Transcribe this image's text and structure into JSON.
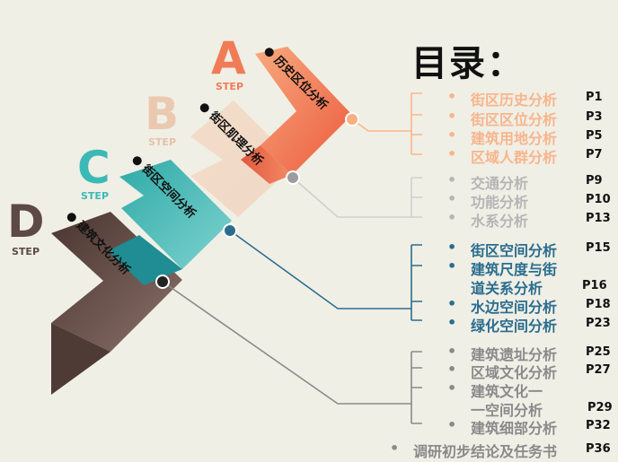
{
  "title": "目录：",
  "colors": {
    "A": "#f07c56",
    "B": "#eac9b0",
    "C": "#3cb9b5",
    "D": "#5d4a44",
    "gray": "#aaaaaa",
    "blue": "#2a6d8e",
    "dark_gray": "#888888"
  },
  "steps": [
    {
      "letter": "A",
      "step": "STEP",
      "label": "历史区位分析"
    },
    {
      "letter": "B",
      "step": "STEP",
      "label": "街区肌理分析"
    },
    {
      "letter": "C",
      "step": "STEP",
      "label": "街区空间分析"
    },
    {
      "letter": "D",
      "step": "STEP",
      "label": "建筑文化分析"
    }
  ],
  "groups": [
    {
      "items": [
        {
          "text": "街区历史分析",
          "page": "P1"
        },
        {
          "text": "街区区位分析",
          "page": "P3"
        },
        {
          "text": "建筑用地分析",
          "page": "P5"
        },
        {
          "text": "区域人群分析",
          "page": "P7"
        }
      ]
    },
    {
      "items": [
        {
          "text": "交通分析",
          "page": "P9"
        },
        {
          "text": "功能分析",
          "page": "P10"
        },
        {
          "text": "水系分析",
          "page": "P13"
        }
      ]
    },
    {
      "items": [
        {
          "text": "街区空间分析",
          "page": "P15"
        },
        {
          "text": "建筑尺度与街",
          "text2": "道关系分析",
          "page": "P16"
        },
        {
          "text": "水边空间分析",
          "page": "P18"
        },
        {
          "text": "绿化空间分析",
          "page": "P23"
        }
      ]
    },
    {
      "items": [
        {
          "text": "建筑遗址分析",
          "page": "P25"
        },
        {
          "text": "区域文化分析",
          "page": "P27"
        },
        {
          "text": "建筑文化一",
          "text2": "一空间分析",
          "page": "P29"
        },
        {
          "text": "建筑细部分析",
          "page": "P32"
        }
      ]
    }
  ],
  "footer": {
    "text": "调研初步结论及任务书",
    "page": "P36"
  }
}
